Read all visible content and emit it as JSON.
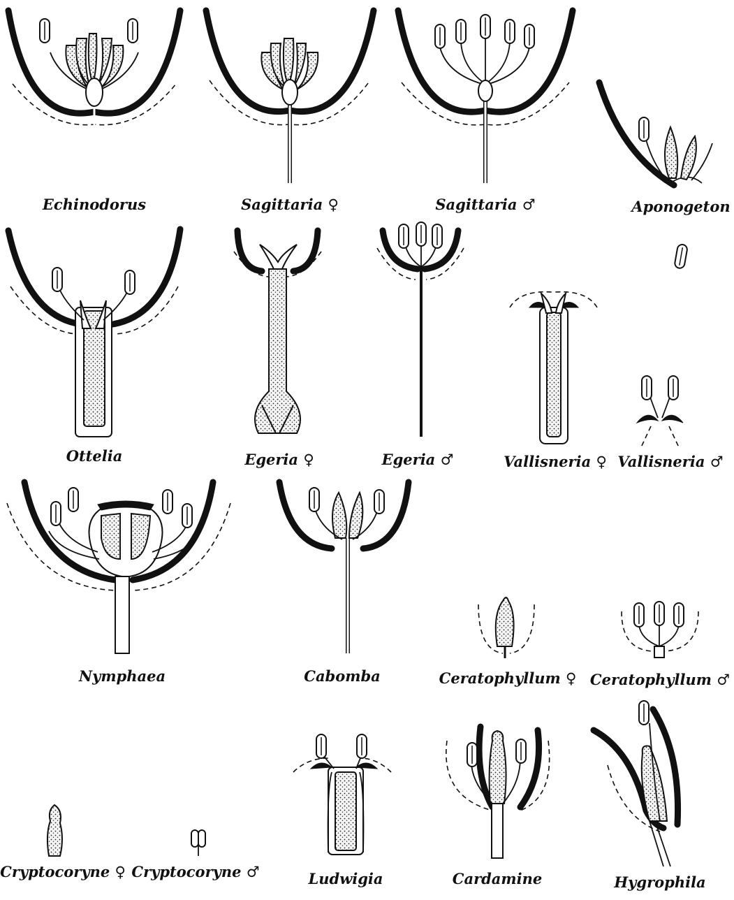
{
  "plate": {
    "labels": {
      "echinodorus": "Echinodorus",
      "sagittaria_f": "Sagittaria ♀",
      "sagittaria_m": "Sagittaria ♂",
      "aponogeton": "Aponogeton",
      "ottelia": "Ottelia",
      "egeria_f": "Egeria ♀",
      "egeria_m": "Egeria ♂",
      "vallisneria_f": "Vallisneria ♀",
      "vallisneria_m": "Vallisneria ♂",
      "nymphaea": "Nymphaea",
      "cabomba": "Cabomba",
      "ceratophyllum_f": "Ceratophyllum ♀",
      "ceratophyllum_m": "Ceratophyllum ♂",
      "cryptocoryne_f": "Cryptocoryne ♀",
      "cryptocoryne_m": "Cryptocoryne ♂",
      "ludwigia": "Ludwigia",
      "cardamine": "Cardamine",
      "hygrophila": "Hygrophila"
    }
  }
}
